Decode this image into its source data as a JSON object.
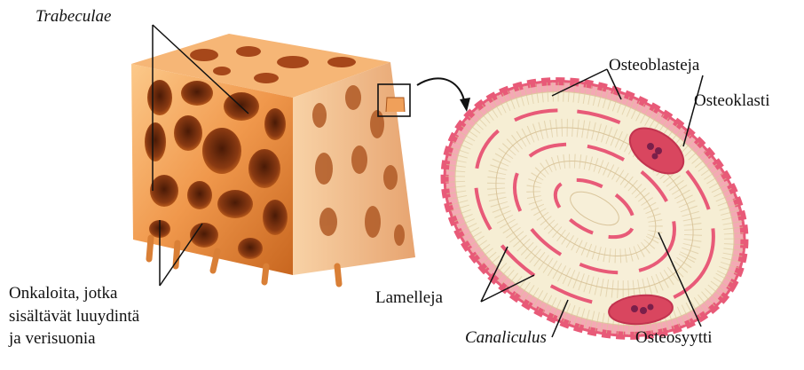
{
  "labels": {
    "trabeculae": "Trabeculae",
    "cavities_line1": "Onkaloita, jotka",
    "cavities_line2": "sisältävät luuydintä",
    "cavities_line3": "ja verisuonia",
    "osteoblasts": "Osteoblasteja",
    "osteoclast": "Osteoklasti",
    "lamellae": "Lamelleja",
    "canaliculus": "Canaliculus",
    "osteocyte": "Osteosyytti"
  },
  "colors": {
    "bone_light": "#f7b46a",
    "bone_mid": "#e8893a",
    "bone_dark": "#b4561c",
    "cavity": "#6b2a0c",
    "lamella_fill": "#f4ecd0",
    "cell_pink": "#e85a78",
    "cell_dark": "#c2334f",
    "osteoclast_fill": "#d9465f",
    "line": "#111111"
  }
}
